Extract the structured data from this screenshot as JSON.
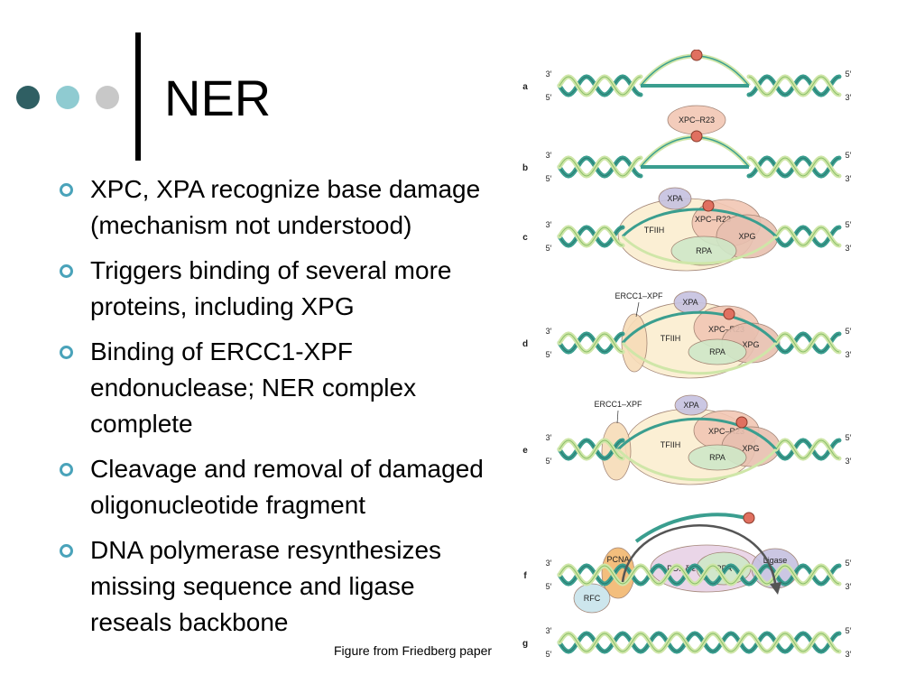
{
  "slide": {
    "title": "NER",
    "caption": "Figure from Friedberg paper",
    "bullets": [
      [
        "XPC, XPA recognize base damage",
        "(mechanism not understood)"
      ],
      [
        "Triggers binding of several more",
        "proteins, including XPG"
      ],
      [
        "Binding of ERCC1-XPF",
        "endonuclease; NER complex",
        "complete"
      ],
      [
        "Cleavage and removal of damaged",
        "oligonucleotide fragment"
      ],
      [
        "DNA polymerase resynthesizes",
        "missing sequence and ligase",
        "reseals backbone"
      ]
    ],
    "dot_colors": [
      "#2f5f63",
      "#8fcbd1",
      "#c8c8c8"
    ],
    "bullet_color": "#4aa3ba"
  },
  "figure": {
    "strand_color": "#3a9e8f",
    "strand_light": "#cfe6a8",
    "damage_color": "#e07060",
    "panels": [
      {
        "letter": "a",
        "left_top": "3′",
        "left_bottom": "5′",
        "right_top": "5′",
        "right_bottom": "3′",
        "proteins": []
      },
      {
        "letter": "b",
        "left_top": "3′",
        "left_bottom": "5′",
        "right_top": "5′",
        "right_bottom": "3′",
        "proteins": [
          "XPC–R23"
        ]
      },
      {
        "letter": "c",
        "left_top": "3′",
        "left_bottom": "5′",
        "right_top": "5′",
        "right_bottom": "3′",
        "proteins": [
          "XPA",
          "XPC–R23",
          "TFIIH",
          "RPA",
          "XPG"
        ]
      },
      {
        "letter": "d",
        "left_top": "3′",
        "left_bottom": "5′",
        "right_top": "5′",
        "right_bottom": "3′",
        "proteins": [
          "ERCC1–XPF",
          "XPA",
          "XPC–R23",
          "TFIIH",
          "XPG",
          "RPA"
        ]
      },
      {
        "letter": "e",
        "left_top": "3′",
        "left_bottom": "5′",
        "right_top": "5′",
        "right_bottom": "3′",
        "proteins": [
          "ERCC1–XPF",
          "XPA",
          "XPC–R23",
          "TFIIH",
          "XPG",
          "RPA"
        ]
      },
      {
        "letter": "f",
        "left_top": "3′",
        "left_bottom": "5′",
        "right_top": "5′",
        "right_bottom": "3′",
        "proteins": [
          "PCNA",
          "POL δ/ε",
          "RPA",
          "Ligase",
          "RFC"
        ]
      },
      {
        "letter": "g",
        "left_top": "3′",
        "left_bottom": "5′",
        "right_top": "5′",
        "right_bottom": "3′",
        "proteins": []
      }
    ]
  }
}
